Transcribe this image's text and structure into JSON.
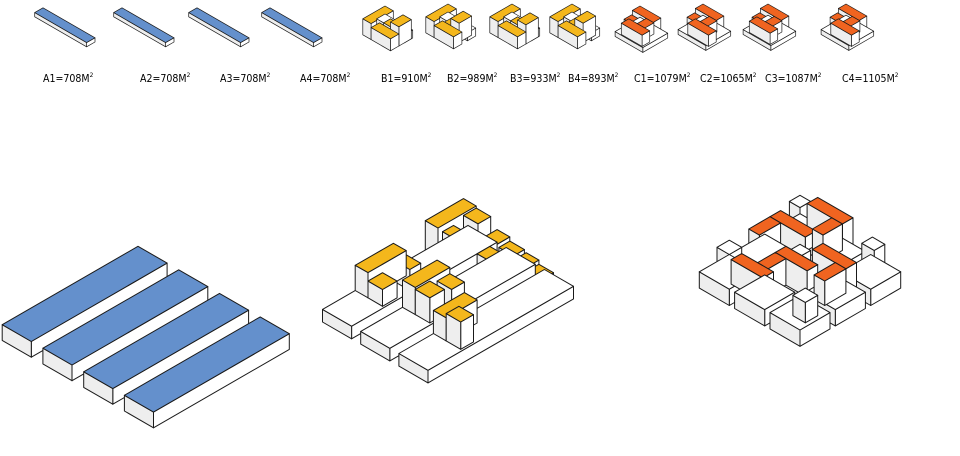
{
  "palette": {
    "blue": "#6490cc",
    "yellow": "#f4b71c",
    "orange": "#f06420",
    "side_light": "#ffffff",
    "side_dark": "#eeeeee",
    "stroke": "#1a1a1a"
  },
  "labels": [
    {
      "name": "A1",
      "value": "708",
      "unit": "M",
      "sup": "2"
    },
    {
      "name": "A2",
      "value": "708",
      "unit": "M",
      "sup": "2"
    },
    {
      "name": "A3",
      "value": "708",
      "unit": "M",
      "sup": "2"
    },
    {
      "name": "A4",
      "value": "708",
      "unit": "M",
      "sup": "2"
    },
    {
      "name": "B1",
      "value": "910",
      "unit": "M",
      "sup": "2"
    },
    {
      "name": "B2",
      "value": "989",
      "unit": "M",
      "sup": "2"
    },
    {
      "name": "B3",
      "value": "933",
      "unit": "M",
      "sup": "2"
    },
    {
      "name": "B4",
      "value": "893",
      "unit": "M",
      "sup": "2"
    },
    {
      "name": "C1",
      "value": "1079",
      "unit": "M",
      "sup": "2"
    },
    {
      "name": "C2",
      "value": "1065",
      "unit": "M",
      "sup": "2"
    },
    {
      "name": "C3",
      "value": "1087",
      "unit": "M",
      "sup": "2"
    },
    {
      "name": "C4",
      "value": "1105",
      "unit": "M",
      "sup": "2"
    }
  ]
}
